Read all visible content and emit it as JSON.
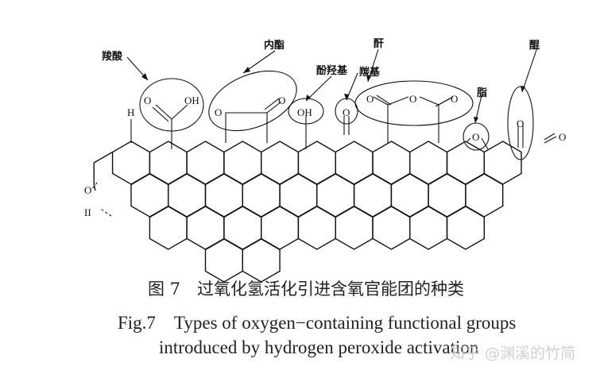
{
  "diagram": {
    "labels": {
      "carboxylic_acid": "羧酸",
      "lactone": "内酯",
      "phenolic_hydroxyl": "酚羟基",
      "carbonyl": "羰基",
      "anhydride": "酐",
      "ether": "脂",
      "quinone": "醌"
    },
    "atoms": {
      "O": "O",
      "OH": "OH",
      "H": "H",
      "H2": "II"
    }
  },
  "caption": {
    "zh": "图 7　过氧化氢活化引进含氧官能团的种类",
    "en_line1": "Fig.7　Types of oxygen−containing functional groups",
    "en_line2": "introduced by hydrogen peroxide activation"
  },
  "watermark": "知乎 @渊溪的竹简"
}
